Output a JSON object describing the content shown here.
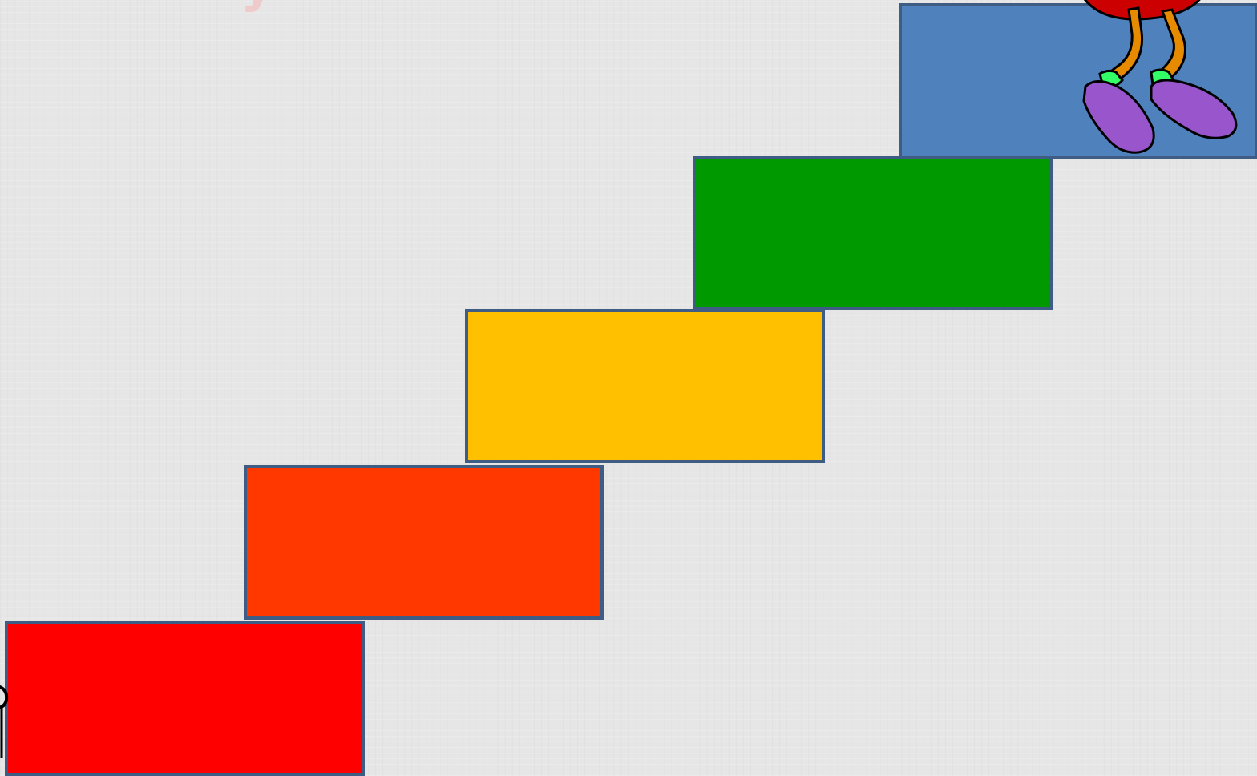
{
  "slide": {
    "background_color": "#e6e6e6",
    "partial_text": "y"
  },
  "steps": [
    {
      "name": "step-1",
      "color": "#ff0000"
    },
    {
      "name": "step-2",
      "color": "#ff3800"
    },
    {
      "name": "step-3",
      "color": "#ffc000"
    },
    {
      "name": "step-4",
      "color": "#009900"
    },
    {
      "name": "step-5",
      "color": "#4f81bd"
    }
  ],
  "border_color": "#3e5c84",
  "character": {
    "icon": "cartoon-character-icon",
    "colors": {
      "body": "#cc0000",
      "legs": "#e68a00",
      "socks": "#33ff66",
      "shoes": "#9955cc"
    }
  }
}
